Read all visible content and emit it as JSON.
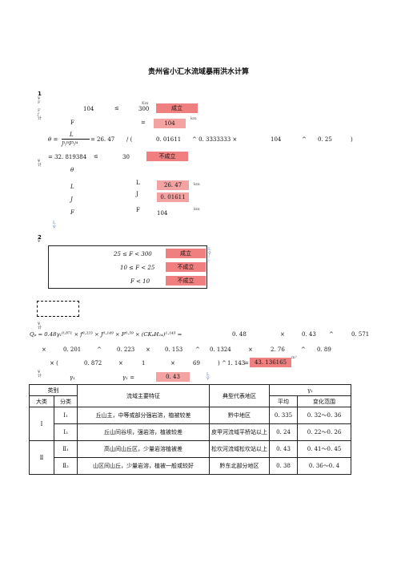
{
  "title": "贵州省小汇水流域暴雨洪水计算",
  "section1": {
    "num": "1",
    "cond_low": "104",
    "cond_op": "≤",
    "cond_high": "300",
    "cond_unit": "Km",
    "cond_result": "成立",
    "F_label": "F",
    "F_eq": "=",
    "F_value": "104",
    "F_unit": "km",
    "theta_lhs": "θ =",
    "theta_num": "L",
    "theta_den": "J¹/³F¹/⁴",
    "theta_eq": "=",
    "theta_L": "26. 47",
    "theta_op": "/ (",
    "theta_J": "0. 01611",
    "theta_pow1": "^ 0. 3333333 ×",
    "theta_F": "104",
    "theta_pow2": "^",
    "theta_exp": "0. 25",
    "theta_close": ")",
    "theta_result": "= 32. 819384",
    "theta_cmp": "≤",
    "theta_limit": "30",
    "theta_verdict": "不成立",
    "params": [
      {
        "sym": "θ",
        "label": "L",
        "value": "26. 47",
        "unit": "km"
      },
      {
        "sym": "L",
        "label": "J",
        "value": "0. 01611",
        "unit": ""
      },
      {
        "sym": "J",
        "label": "F",
        "value": "104",
        "unit": "km"
      }
    ],
    "param_F": "F"
  },
  "section2": {
    "num": "2",
    "rows": [
      {
        "cond": "25 ≤ F < 300",
        "result": "成立"
      },
      {
        "cond": "10 ≤ F < 25",
        "result": "不成立"
      },
      {
        "cond": "F < 10",
        "result": "不成立"
      }
    ]
  },
  "formula": {
    "lhs": "Qₚ = 0.48γ₁⁰·⁸⁷¹ × f⁰·²²³ × J⁰·¹⁴⁹ × F⁰·⁵⁹ × (CKₚH₂₄)¹·¹⁴³ =",
    "v1": "0. 48",
    "x1": "×",
    "v2": "0. 43",
    "p1": "^",
    "v3": "0. 571",
    "line2": [
      "×",
      "0. 201",
      "^",
      "0. 223",
      "×",
      "0. 153",
      "^",
      "0. 1324",
      "×",
      "2. 76",
      "^",
      "0. 89"
    ],
    "line3": [
      "× (",
      "0. 872",
      "×",
      "1",
      "×",
      "69",
      ") ^",
      "1. 143",
      "="
    ],
    "result": "43. 136165",
    "result_unit": "m³",
    "gamma_label": "γ₁",
    "gamma_eq": "γ₁ =",
    "gamma_value": "0. 43"
  },
  "table": {
    "h_type": "类别",
    "h_big": "大类",
    "h_small": "分类",
    "h_feature": "流域主要特征",
    "h_region": "典型代表地区",
    "h_gamma": "γ₁",
    "h_avg": "平均",
    "h_range": "变化范围",
    "rows": [
      {
        "big": "Ⅰ",
        "small": "Ⅰ₁",
        "feature": "丘山主，中等或部分强岩溶，植被较差",
        "region": "黔中地区",
        "avg": "0. 335",
        "range": "0. 32～0. 36"
      },
      {
        "big": "",
        "small": "Ⅰ₂",
        "feature": "丘山间谷坝，强岩溶，植被较差",
        "region": "皮甲河流域平桥站以上",
        "avg": "0. 24",
        "range": "0. 22～0. 26"
      },
      {
        "big": "Ⅱ",
        "small": "Ⅱ₁",
        "feature": "高山间山丘区，少量岩溶植被差",
        "region": "松坎河流域松坎站以上",
        "avg": "0. 43",
        "range": "0. 41～0. 45"
      },
      {
        "big": "",
        "small": "Ⅱ₂",
        "feature": "山区间山丘，少量岩溶，植被一般或较好",
        "region": "黔东北部分地区",
        "avg": "0. 38",
        "range": "0. 36～0. 4"
      }
    ]
  },
  "colors": {
    "highlight": "#f08080",
    "text": "#111111"
  }
}
